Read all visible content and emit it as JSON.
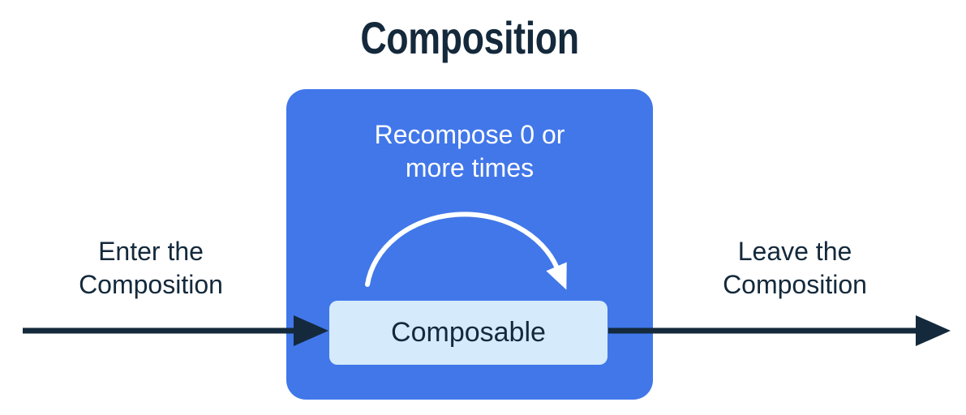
{
  "title": "Composition",
  "colors": {
    "page_bg": "#FFFFFF",
    "composition_box": "#4177E9",
    "composable_box": "#D5EAFB",
    "text_dark": "#14293B",
    "text_light": "#FFFFFF",
    "arrow_dark": "#14293B",
    "arrow_light": "#FFFFFF"
  },
  "composition": {
    "recompose_label": "Recompose 0 or\nmore times",
    "composable_label": "Composable"
  },
  "flow": {
    "enter_label": "Enter the\nComposition",
    "leave_label": "Leave the\nComposition"
  }
}
